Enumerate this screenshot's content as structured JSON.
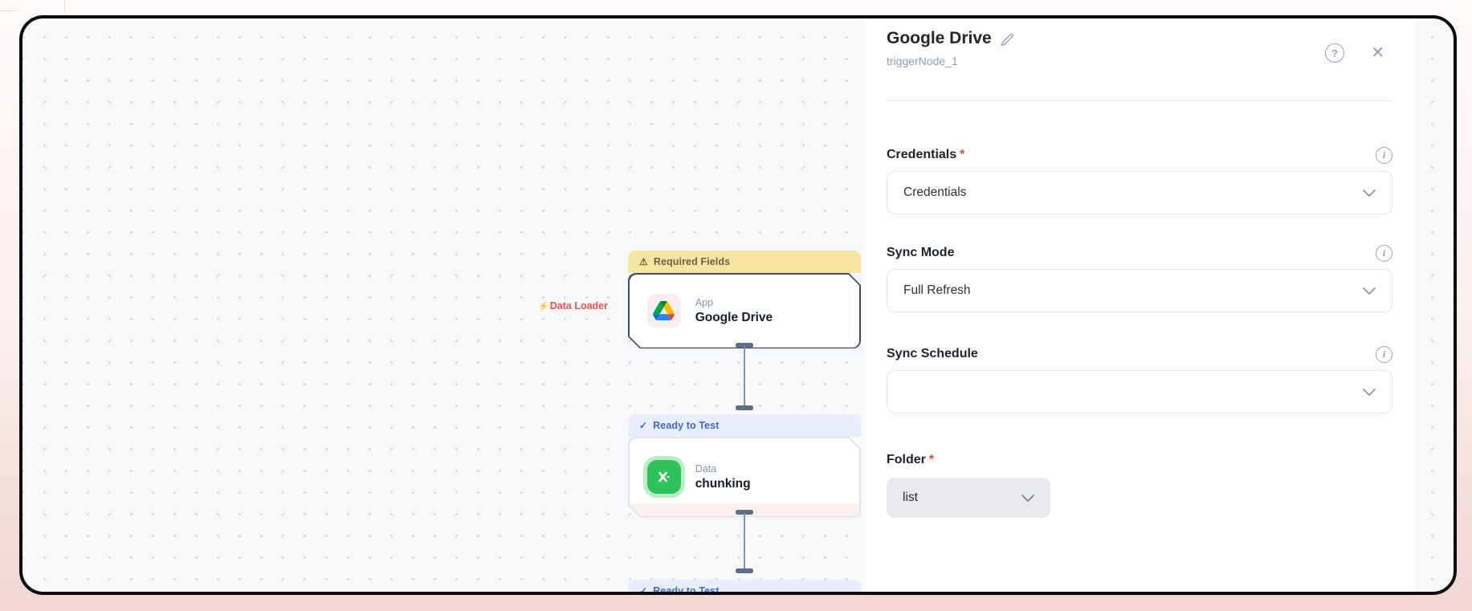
{
  "panel": {
    "title": "Google Drive",
    "subtitle": "triggerNode_1",
    "help_glyph": "?",
    "close_glyph": "✕",
    "info_glyph": "i",
    "fields": [
      {
        "label": "Credentials",
        "required_mark": "*",
        "value": "Credentials"
      },
      {
        "label": "Sync Mode",
        "value": "Full Refresh"
      },
      {
        "label": "Sync Schedule",
        "value": ""
      },
      {
        "label": "Folder",
        "required_mark": "*",
        "value": "list"
      }
    ]
  },
  "canvas": {
    "edge_label": "Data Loader",
    "bolt_glyph": "⚡",
    "warning_glyph": "⚠",
    "check_glyph": "✓",
    "nodes": [
      {
        "status": "Required Fields",
        "category": "App",
        "name": "Google Drive"
      },
      {
        "status": "Ready to Test",
        "category": "Data",
        "name": "chunking"
      },
      {
        "status": "Ready to Test"
      }
    ]
  },
  "colors": {
    "warning_banner": "#f6e69f",
    "success_banner": "#e8eefc",
    "edge_label_red": "#f14f4a",
    "node_border_dark": "#3e4c60",
    "chunk_green": "#2fc258",
    "panel_bg": "#ffffff",
    "window_border": "#0d0d10"
  }
}
